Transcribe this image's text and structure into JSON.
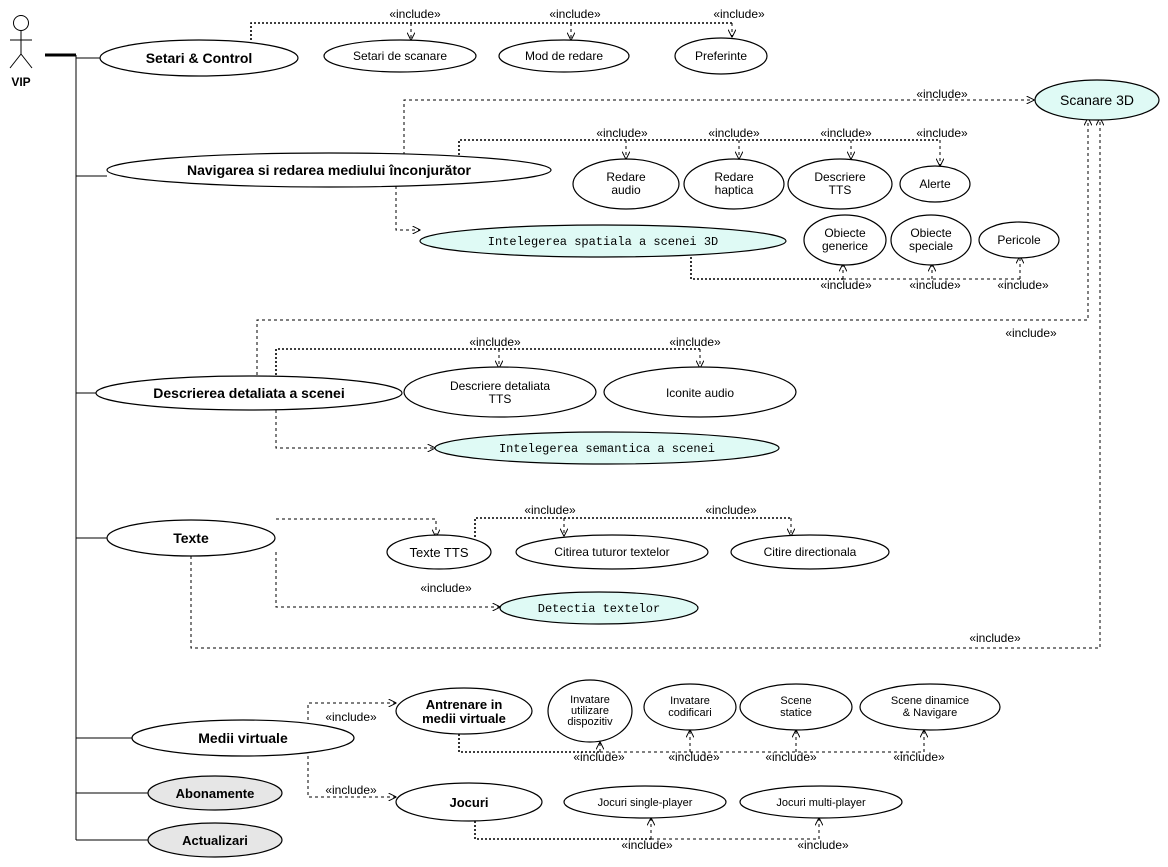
{
  "colors": {
    "background": "#ffffff",
    "plain": "#ffffff",
    "highlight": "#dffaf5",
    "grey": "#e6e6e6",
    "stroke": "#000000"
  },
  "actor": {
    "label": "VIP"
  },
  "stereotype": "«include»",
  "use_cases": {
    "setari": "Setari & Control",
    "setari_scanare": "Setari de scanare",
    "mod_redare": "Mod de redare",
    "preferinte": "Preferinte",
    "scanare3d": "Scanare 3D",
    "navigare": "Navigarea si redarea mediului înconjurător",
    "redare_audio": [
      "Redare",
      "audio"
    ],
    "redare_haptica": [
      "Redare",
      "haptica"
    ],
    "descriere_tts": [
      "Descriere",
      "TTS"
    ],
    "alerte": "Alerte",
    "intelegere_spatiala": "Intelegerea spatiala a scenei 3D",
    "obiecte_generice": [
      "Obiecte",
      "generice"
    ],
    "obiecte_speciale": [
      "Obiecte",
      "speciale"
    ],
    "pericole": "Pericole",
    "descriere_detaliata": "Descrierea detaliata a scenei",
    "descriere_detaliata_tts": [
      "Descriere detaliata",
      "TTS"
    ],
    "iconite_audio": "Iconite audio",
    "intelegere_semantica": "Intelegerea semantica a scenei",
    "texte": "Texte",
    "texte_tts": "Texte TTS",
    "citirea_textelor": "Citirea tuturor textelor",
    "citire_directionala": "Citire directionala",
    "detectia_textelor": "Detectia textelor",
    "medii_virtuale": "Medii virtuale",
    "antrenare": [
      "Antrenare in",
      "medii virtuale"
    ],
    "invatare_dispozitiv": [
      "Invatare",
      "utilizare",
      "dispozitiv"
    ],
    "invatare_codificari": [
      "Invatare",
      "codificari"
    ],
    "scene_statice": [
      "Scene",
      "statice"
    ],
    "scene_dinamice": [
      "Scene dinamice",
      "& Navigare"
    ],
    "jocuri": "Jocuri",
    "jocuri_single": "Jocuri single-player",
    "jocuri_multi": "Jocuri multi-player",
    "abonamente": "Abonamente",
    "actualizari": "Actualizari"
  }
}
